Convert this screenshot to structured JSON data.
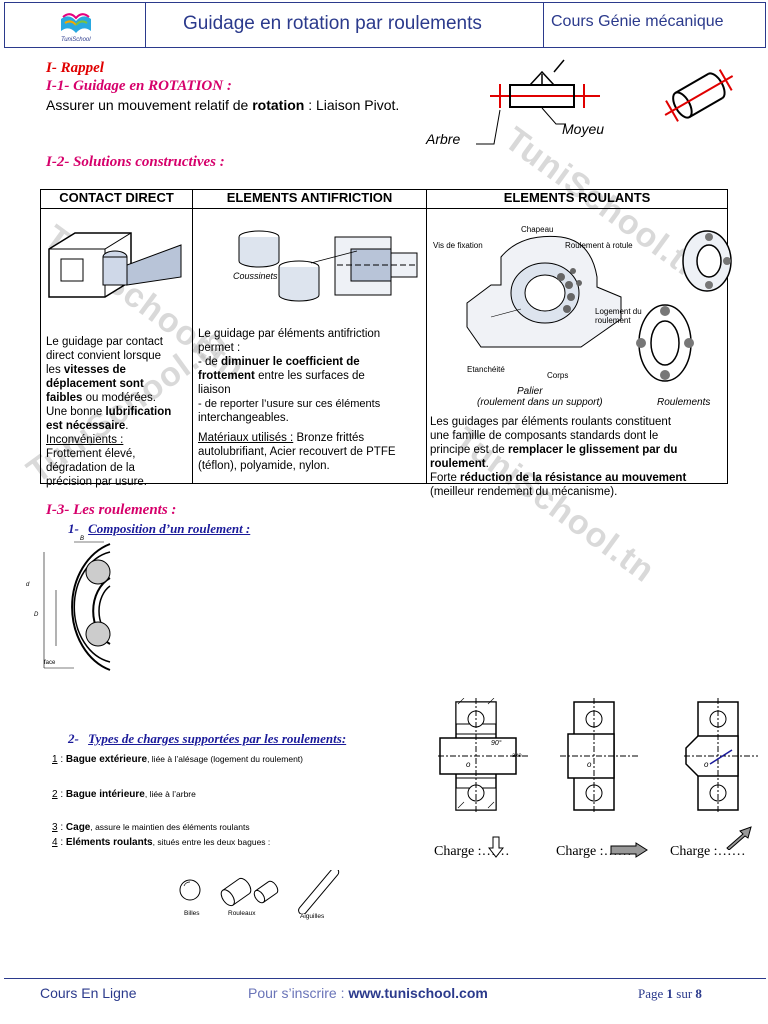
{
  "header": {
    "logo_text": "TuniSchool",
    "title": "Guidage en rotation par roulements",
    "course": "Cours Génie mécanique"
  },
  "rappel": {
    "heading": "I- Rappel",
    "sub_heading": "I-1- Guidage en ROTATION :",
    "sentence_pre": "Assurer un mouvement relatif de",
    "sentence_bold": "rotation",
    "sentence_post": ": Liaison Pivot.",
    "label_arbre": "Arbre",
    "label_moyeu": "Moyeu"
  },
  "solutions": {
    "heading": "I-2- Solutions constructives :",
    "columns": [
      "CONTACT DIRECT",
      "ELEMENTS ANTIFRICTION",
      "ELEMENTS ROULANTS"
    ],
    "contact": {
      "l1": "Le guidage par contact",
      "l2": "direct convient lorsque",
      "l3_pre": "les",
      "l3_bold": "vitesses de",
      "l4_bold": "déplacement sont",
      "l5_bold": "faibles",
      "l5_post": "ou modérées.",
      "l6_pre": "Une bonne",
      "l6_bold": "lubrification",
      "l7_bold": "est nécessaire",
      "l8_u": "Inconvénients :",
      "l9": "Frottement élevé,",
      "l10": "dégradation de la",
      "l11": "précision par usure."
    },
    "antifriction": {
      "fig_label": "Coussinets",
      "l1": "Le guidage par éléments antifriction",
      "l2": "permet :",
      "l3_pre": "- de",
      "l3_bold": "diminuer le coefficient de",
      "l4_bold": "frottement",
      "l4_post": "entre les surfaces de",
      "l5": "liaison",
      "l6": "- de reporter l’usure sur ces éléments",
      "l7": "interchangeables.",
      "l8_u": "Matériaux utilisés :",
      "l8_post": "Bronze frittés",
      "l9": "autolubrifiant, Acier recouvert de PTFE",
      "l10": "(téflon), polyamide, nylon."
    },
    "roulants": {
      "fig_labels": [
        "Chapeau",
        "Vis de fixation",
        "Roulement à rotule",
        "Logement du roulement",
        "Etanchéité",
        "Corps"
      ],
      "palier": "Palier",
      "palier_sub": "(roulement dans un support)",
      "roulements": "Roulements",
      "l1": "Les guidages par éléments roulants constituent",
      "l2": "une famille de composants standards dont le",
      "l3_pre": "principe est de",
      "l3_bold": "remplacer le glissement par du",
      "l4_bold": "roulement",
      "l5_pre": "Forte",
      "l5_bold": "réduction de la résistance au mouvement",
      "l6": "(meilleur rendement du mécanisme)."
    }
  },
  "roulements": {
    "heading": "I-3- Les roulements :",
    "composition_num": "1-",
    "composition": "Composition d’un roulement :",
    "fig_labels": [
      "B",
      "d",
      "D",
      "face"
    ],
    "types_num": "2-",
    "types": "Types de charges supportées par les roulements:",
    "items": [
      {
        "num": "1",
        "bold": "Bague extérieure",
        "rest": ", liée à l’alésage (logement du roulement)"
      },
      {
        "num": "2",
        "bold": "Bague intérieure",
        "rest": ", liée à l’arbre"
      },
      {
        "num": "3",
        "bold": "Cage",
        "rest": ", assure le maintien des éléments roulants"
      },
      {
        "num": "4",
        "bold": "Eléments roulants",
        "rest": ", situés entre les deux bagues :"
      }
    ],
    "rolling_types": [
      "Billes",
      "Rouleaux",
      "Aiguilles"
    ],
    "charges": [
      "Charge :……",
      "Charge :……",
      "Charge :……"
    ],
    "axe_label": "axe",
    "angle_label": "90°",
    "o_label": "o"
  },
  "watermark": "TuniSchool.tn",
  "footer": {
    "left": "Cours En Ligne",
    "mid_pre": "Pour s’inscrire :",
    "mid_link": "www.tunischool.com",
    "page_pre": "Page",
    "page_num": "1",
    "page_mid": "sur",
    "page_total": "8"
  }
}
